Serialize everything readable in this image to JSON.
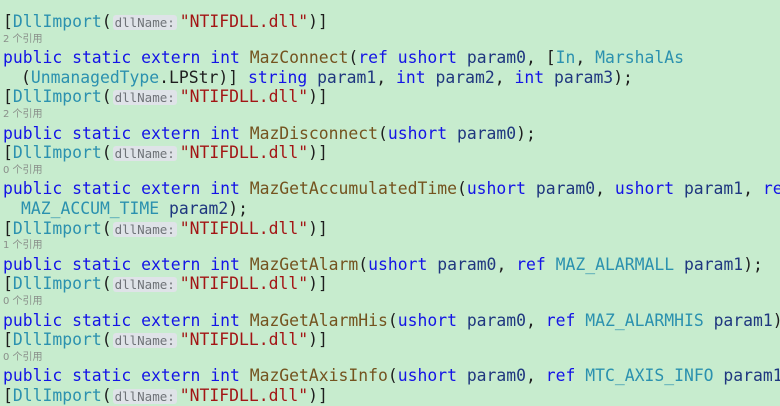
{
  "attribute": {
    "open": "[",
    "name": "DllImport",
    "paren": "(",
    "hint": "dllName:",
    "value": "\"NTIFDLL.dll\"",
    "close": ")]"
  },
  "blocks": [
    {
      "refs": "2 个引用",
      "lines": [
        [
          [
            "public static extern int ",
            "k"
          ],
          [
            "MazConnect",
            "m"
          ],
          [
            "(",
            "o"
          ],
          [
            "ref ushort ",
            "k"
          ],
          [
            "param0",
            "p"
          ],
          [
            ", [",
            "o"
          ],
          [
            "In",
            "t"
          ],
          [
            ", ",
            "o"
          ],
          [
            "MarshalAs",
            "t"
          ]
        ],
        [
          [
            "(",
            "o"
          ],
          [
            "UnmanagedType",
            "t"
          ],
          [
            ".LPStr)] ",
            "o"
          ],
          [
            "string ",
            "k"
          ],
          [
            "param1",
            "p"
          ],
          [
            ", ",
            "o"
          ],
          [
            "int ",
            "k"
          ],
          [
            "param2",
            "p"
          ],
          [
            ", ",
            "o"
          ],
          [
            "int ",
            "k"
          ],
          [
            "param3",
            "p"
          ],
          [
            ");",
            "o"
          ]
        ]
      ]
    },
    {
      "refs": "2 个引用",
      "lines": [
        [
          [
            "public static extern int ",
            "k"
          ],
          [
            "MazDisconnect",
            "m"
          ],
          [
            "(",
            "o"
          ],
          [
            "ushort ",
            "k"
          ],
          [
            "param0",
            "p"
          ],
          [
            ");",
            "o"
          ]
        ]
      ]
    },
    {
      "refs": "0 个引用",
      "lines": [
        [
          [
            "public static extern int ",
            "k"
          ],
          [
            "MazGetAccumulatedTime",
            "m"
          ],
          [
            "(",
            "o"
          ],
          [
            "ushort ",
            "k"
          ],
          [
            "param0",
            "p"
          ],
          [
            ", ",
            "o"
          ],
          [
            "ushort ",
            "k"
          ],
          [
            "param1",
            "p"
          ],
          [
            ", ",
            "o"
          ],
          [
            "ref",
            "k"
          ]
        ],
        [
          [
            "MAZ_ACCUM_TIME ",
            "t"
          ],
          [
            "param2",
            "p"
          ],
          [
            ");",
            "o"
          ]
        ]
      ]
    },
    {
      "refs": "1 个引用",
      "lines": [
        [
          [
            "public static extern int ",
            "k"
          ],
          [
            "MazGetAlarm",
            "m"
          ],
          [
            "(",
            "o"
          ],
          [
            "ushort ",
            "k"
          ],
          [
            "param0",
            "p"
          ],
          [
            ", ",
            "o"
          ],
          [
            "ref ",
            "k"
          ],
          [
            "MAZ_ALARMALL ",
            "t"
          ],
          [
            "param1",
            "p"
          ],
          [
            ");",
            "o"
          ]
        ]
      ]
    },
    {
      "refs": "0 个引用",
      "lines": [
        [
          [
            "public static extern int ",
            "k"
          ],
          [
            "MazGetAlarmHis",
            "m"
          ],
          [
            "(",
            "o"
          ],
          [
            "ushort ",
            "k"
          ],
          [
            "param0",
            "p"
          ],
          [
            ", ",
            "o"
          ],
          [
            "ref ",
            "k"
          ],
          [
            "MAZ_ALARMHIS ",
            "t"
          ],
          [
            "param1",
            "p"
          ],
          [
            ");",
            "o"
          ]
        ]
      ]
    },
    {
      "refs": "0 个引用",
      "lines": [
        [
          [
            "public static extern int ",
            "k"
          ],
          [
            "MazGetAxisInfo",
            "m"
          ],
          [
            "(",
            "o"
          ],
          [
            "ushort ",
            "k"
          ],
          [
            "param0",
            "p"
          ],
          [
            ", ",
            "o"
          ],
          [
            "ref ",
            "k"
          ],
          [
            "MTC_AXIS_INFO ",
            "t"
          ],
          [
            "param1",
            "p"
          ],
          [
            ");",
            "o"
          ]
        ]
      ]
    },
    {
      "refs": null,
      "lines": []
    }
  ]
}
